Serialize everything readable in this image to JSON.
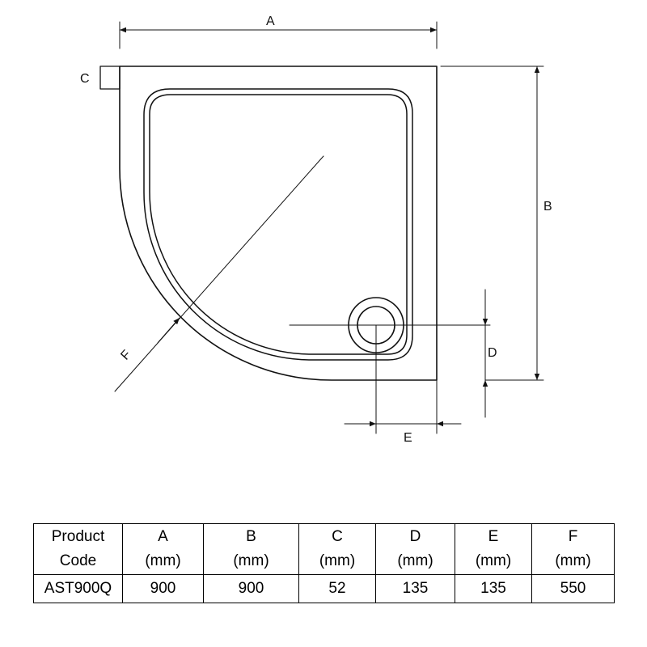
{
  "dimension_labels": {
    "a": "A",
    "b": "B",
    "c": "C",
    "d": "D",
    "e": "E",
    "f": "F"
  },
  "table": {
    "headers": [
      {
        "line1": "Product",
        "line2": "Code"
      },
      {
        "line1": "A",
        "line2": "(mm)"
      },
      {
        "line1": "B",
        "line2": "(mm)"
      },
      {
        "line1": "C",
        "line2": "(mm)"
      },
      {
        "line1": "D",
        "line2": "(mm)"
      },
      {
        "line1": "E",
        "line2": "(mm)"
      },
      {
        "line1": "F",
        "line2": "(mm)"
      }
    ],
    "rows": [
      [
        "AST900Q",
        "900",
        "900",
        "52",
        "135",
        "135",
        "550"
      ]
    ]
  },
  "colors": {
    "line": "#111111",
    "background": "#ffffff"
  }
}
